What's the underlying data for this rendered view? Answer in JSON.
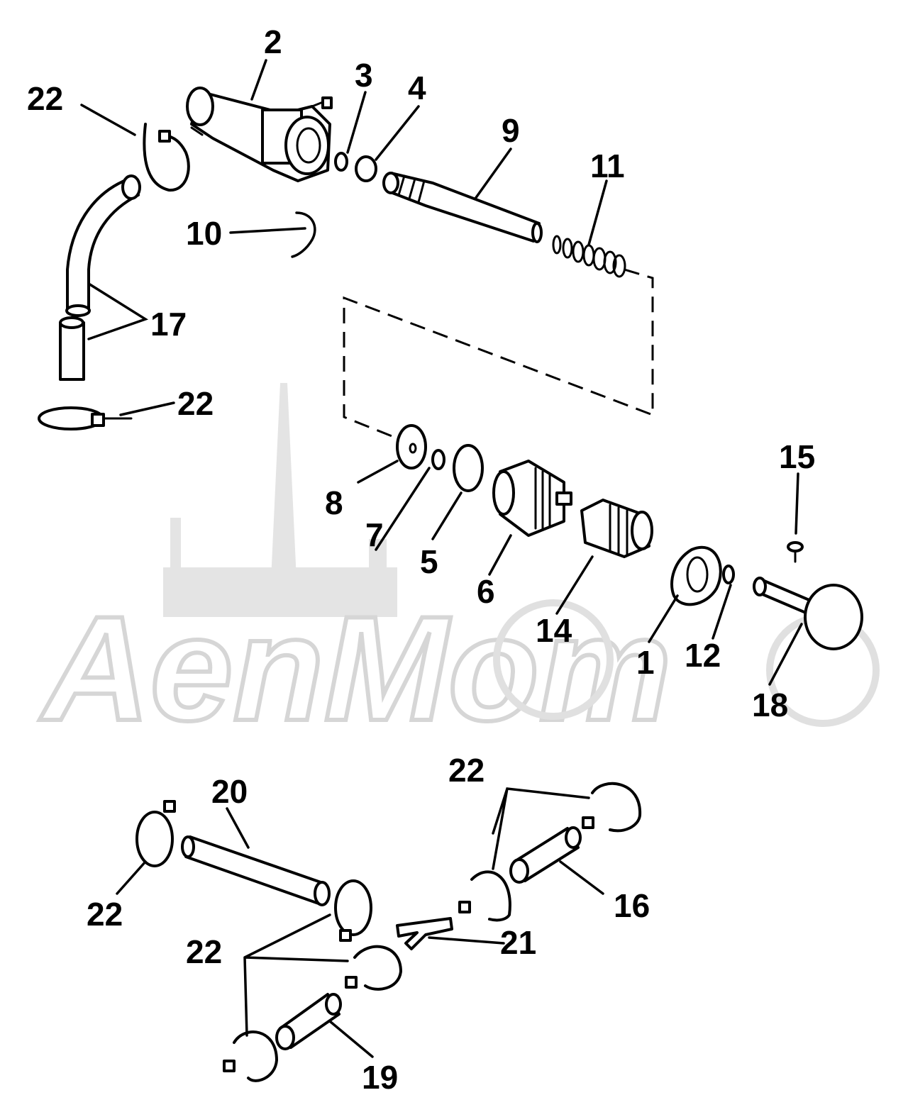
{
  "watermark": {
    "text": "AenMom",
    "color": "#d6d6d6"
  },
  "labels": {
    "l1": "1",
    "l2": "2",
    "l3": "3",
    "l4": "4",
    "l5": "5",
    "l6": "6",
    "l7": "7",
    "l8": "8",
    "l9": "9",
    "l10": "10",
    "l11": "11",
    "l12": "12",
    "l14": "14",
    "l15": "15",
    "l16": "16",
    "l17": "17",
    "l18": "18",
    "l19": "19",
    "l20": "20",
    "l21": "21",
    "l22": "22"
  },
  "colors": {
    "line": "#000000",
    "background": "#ffffff"
  }
}
